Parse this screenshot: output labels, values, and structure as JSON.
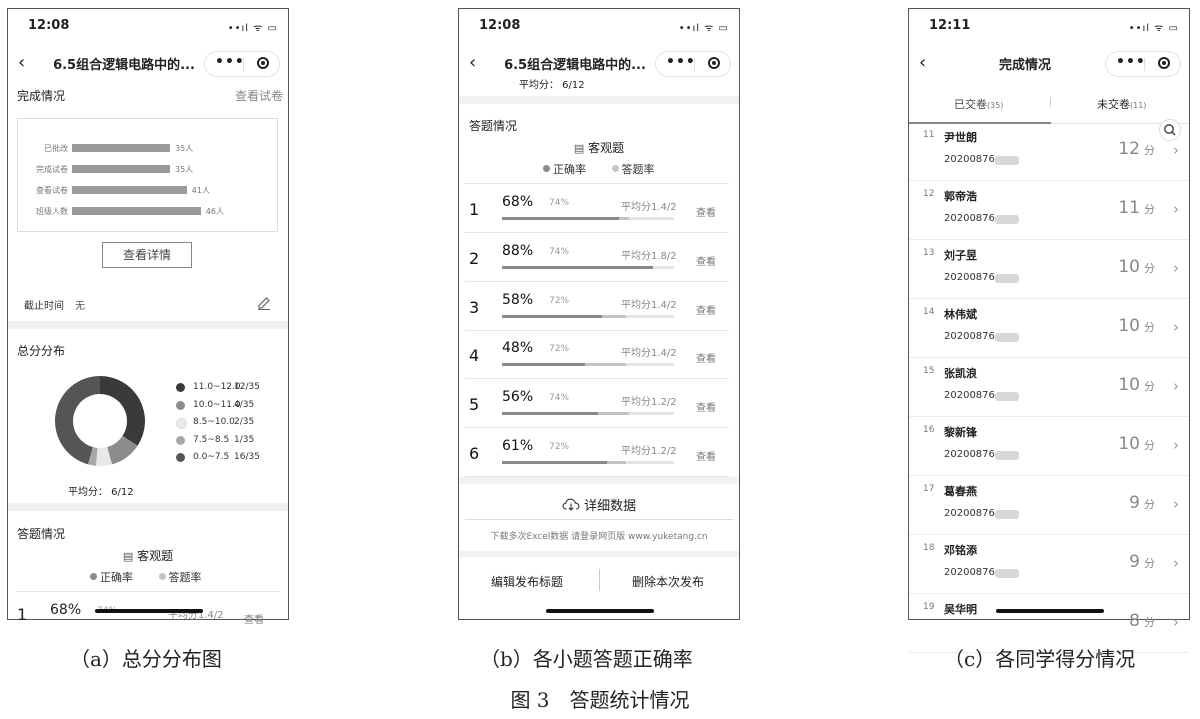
{
  "status": {
    "time_a": "12:08",
    "time_b": "12:08",
    "time_c": "12:11",
    "icons": "••ıl ᯤ ▭"
  },
  "panel_a": {
    "nav_title": "6.5组合逻辑电路中的...",
    "section_completion": "完成情况",
    "view_paper": "查看试卷",
    "bars": [
      {
        "label": "已批改",
        "value": 35,
        "text": "35人"
      },
      {
        "label": "完成试卷",
        "value": 35,
        "text": "35人"
      },
      {
        "label": "查看试卷",
        "value": 41,
        "text": "41人"
      },
      {
        "label": "班级人数",
        "value": 46,
        "text": "46人"
      }
    ],
    "view_detail": "查看详情",
    "deadline_label": "截止时间",
    "deadline_value": "无",
    "section_distribution": "总分分布",
    "distribution": [
      {
        "range": "11.0~12.0",
        "count": "12/35",
        "value": 12,
        "color": "#3a3a3a"
      },
      {
        "range": "10.0~11.0",
        "count": "4/35",
        "value": 4,
        "color": "#8c8c8c"
      },
      {
        "range": "8.5~10.0",
        "count": "2/35",
        "value": 2,
        "color": "#e8e8e8"
      },
      {
        "range": "7.5~8.5",
        "count": "1/35",
        "value": 1,
        "color": "#a8a8a8"
      },
      {
        "range": "0.0~7.5",
        "count": "16/35",
        "value": 16,
        "color": "#555555"
      }
    ],
    "avg": "平均分： 6/12",
    "section_answers": "答题情况",
    "objective": "客观题",
    "legend_correct": "正确率",
    "legend_answer": "答题率",
    "peek": {
      "num": "1",
      "pct": "68%",
      "rate": "74%",
      "avg": "平均分1.4/2",
      "view": "查看"
    }
  },
  "panel_b": {
    "nav_title": "6.5组合逻辑电路中的...",
    "avg_top": "平均分： 6/12",
    "section_answers": "答题情况",
    "objective": "客观题",
    "legend_correct": "正确率",
    "legend_answer": "答题率",
    "questions": [
      {
        "num": "1",
        "pct": "68%",
        "rate": "74%",
        "avg": "平均分1.4/2",
        "view": "查看",
        "correct": 68,
        "answer": 74
      },
      {
        "num": "2",
        "pct": "88%",
        "rate": "74%",
        "avg": "平均分1.8/2",
        "view": "查看",
        "correct": 88,
        "answer": 74
      },
      {
        "num": "3",
        "pct": "58%",
        "rate": "72%",
        "avg": "平均分1.4/2",
        "view": "查看",
        "correct": 58,
        "answer": 72
      },
      {
        "num": "4",
        "pct": "48%",
        "rate": "72%",
        "avg": "平均分1.4/2",
        "view": "查看",
        "correct": 48,
        "answer": 72
      },
      {
        "num": "5",
        "pct": "56%",
        "rate": "74%",
        "avg": "平均分1.2/2",
        "view": "查看",
        "correct": 56,
        "answer": 74
      },
      {
        "num": "6",
        "pct": "61%",
        "rate": "72%",
        "avg": "平均分1.2/2",
        "view": "查看",
        "correct": 61,
        "answer": 72
      }
    ],
    "detail_data": "详细数据",
    "download_hint": "下载多次Excel数据 请登录网页版 www.yuketang.cn",
    "edit_title": "编辑发布标题",
    "delete_publish": "删除本次发布"
  },
  "panel_c": {
    "nav_title": "完成情况",
    "tab_submitted": "已交卷",
    "tab_submitted_count": "(35)",
    "tab_unsubmitted": "未交卷",
    "tab_unsubmitted_count": "(11)",
    "students": [
      {
        "idx": "11",
        "name": "尹世朗",
        "id": "20200876",
        "score": "12",
        "unit": "分"
      },
      {
        "idx": "12",
        "name": "郭帝浩",
        "id": "20200876",
        "score": "11",
        "unit": "分"
      },
      {
        "idx": "13",
        "name": "刘子昱",
        "id": "20200876",
        "score": "10",
        "unit": "分"
      },
      {
        "idx": "14",
        "name": "林伟斌",
        "id": "20200876",
        "score": "10",
        "unit": "分"
      },
      {
        "idx": "15",
        "name": "张凯浪",
        "id": "20200876",
        "score": "10",
        "unit": "分"
      },
      {
        "idx": "16",
        "name": "黎新锋",
        "id": "20200876",
        "score": "10",
        "unit": "分"
      },
      {
        "idx": "17",
        "name": "葛春燕",
        "id": "20200876",
        "score": "9",
        "unit": "分"
      },
      {
        "idx": "18",
        "name": "邓铭添",
        "id": "20200876",
        "score": "9",
        "unit": "分"
      },
      {
        "idx": "19",
        "name": "吴华明",
        "id": "",
        "score": "8",
        "unit": "分"
      }
    ]
  },
  "captions": {
    "a": "（a）总分分布图",
    "b": "（b）各小题答题正确率",
    "c": "（c）各同学得分情况",
    "figure": "图 3　答题统计情况"
  }
}
